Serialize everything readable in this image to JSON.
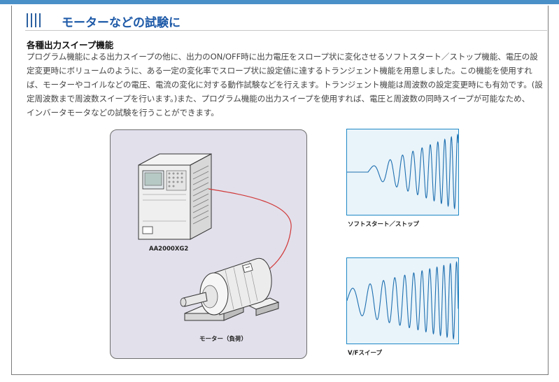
{
  "section": {
    "title": "モーターなどの試験に"
  },
  "feature": {
    "heading": "各種出力スイープ機能",
    "lines": [
      "プログラム機能による出力スイープの他に、出力のON/OFF時に出力電圧をスロープ状に変化させるソフトスタート／ストップ機能、電圧の設",
      "定変更時にボリュームのように、ある一定の変化率でスロープ状に設定値に達するトランジェント機能を用意しました。この機能を使用すれ",
      "ば、モーターやコイルなどの電圧、電流の変化に対する動作試験などを行えます。トランジェント機能は周波数の設定変更時にも有効です。(設",
      "定周波数まで周波数スイープを行います。)また、プログラム機能の出力スイープを使用すれば、電圧と周波数の同時スイープが可能なため、",
      "インバータモータなどの試験を行うことができます。"
    ]
  },
  "diagram": {
    "device_label": "AA2000XG2",
    "motor_label": "モーター（負荷）"
  },
  "waveforms": {
    "soft_start_label": "ソフトスタート／ストップ",
    "vf_sweep_label": "V/Fスイープ"
  },
  "colors": {
    "accent": "#1e5aa8",
    "wave": "#1e6fb0",
    "cable": "#d03a3a",
    "diagram_bg": "#e2e0eb"
  }
}
